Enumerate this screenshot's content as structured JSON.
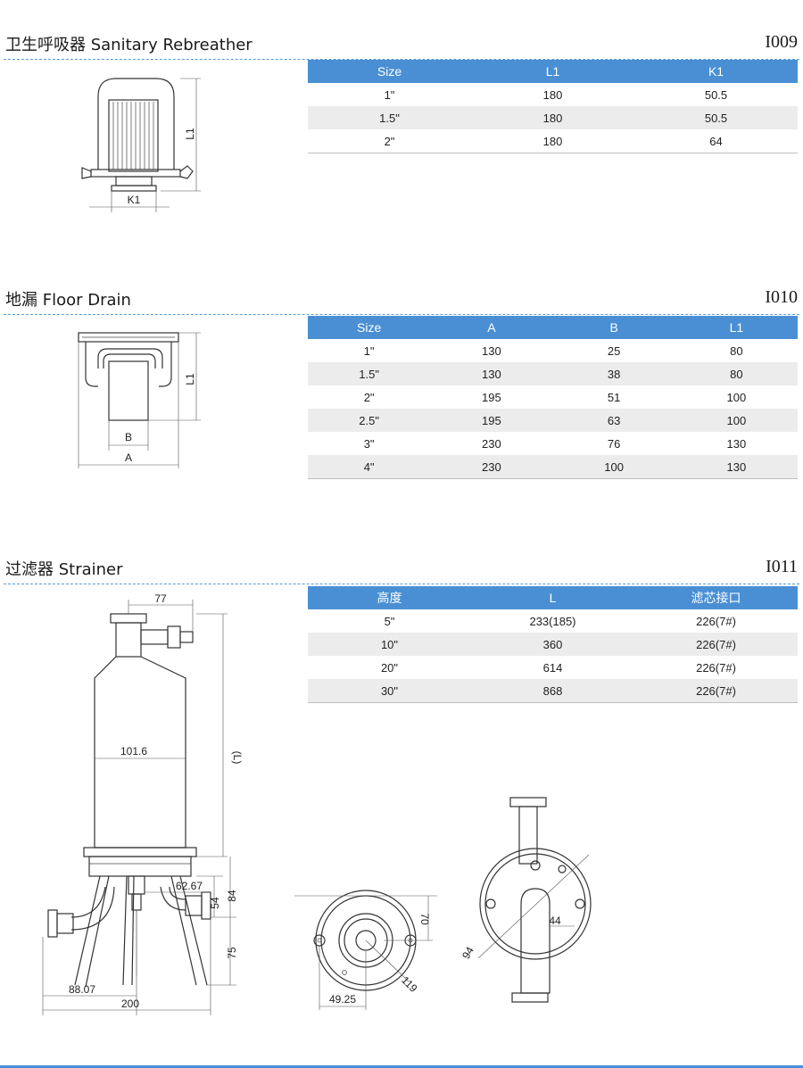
{
  "sections": [
    {
      "title": "卫生呼吸器  Sanitary Rebreather",
      "code": "I009",
      "headers": [
        "Size",
        "L1",
        "K1"
      ],
      "rows": [
        [
          "1\"",
          "180",
          "50.5"
        ],
        [
          "1.5\"",
          "180",
          "50.5"
        ],
        [
          "2\"",
          "180",
          "64"
        ]
      ],
      "labels": {
        "l1": "L1",
        "k1": "K1"
      }
    },
    {
      "title": "地漏  Floor Drain",
      "code": "I010",
      "headers": [
        "Size",
        "A",
        "B",
        "L1"
      ],
      "rows": [
        [
          "1\"",
          "130",
          "25",
          "80"
        ],
        [
          "1.5\"",
          "130",
          "38",
          "80"
        ],
        [
          "2\"",
          "195",
          "51",
          "100"
        ],
        [
          "2.5\"",
          "195",
          "63",
          "100"
        ],
        [
          "3\"",
          "230",
          "76",
          "130"
        ],
        [
          "4\"",
          "230",
          "100",
          "130"
        ]
      ],
      "labels": {
        "l1": "L1",
        "a": "A",
        "b": "B"
      }
    },
    {
      "title": "过滤器  Strainer",
      "code": "I011",
      "headers": [
        "高度",
        "L",
        "滤芯接口"
      ],
      "rows": [
        [
          "5\"",
          "233(185)",
          "226(7#)"
        ],
        [
          "10\"",
          "360",
          "226(7#)"
        ],
        [
          "20\"",
          "614",
          "226(7#)"
        ],
        [
          "30\"",
          "868",
          "226(7#)"
        ]
      ],
      "labels": {
        "d77": "77",
        "d1016": "101.6",
        "dL": "(L)",
        "d6267": "62.67",
        "d54": "54",
        "d84": "84",
        "d75": "75",
        "d8807": "88.07",
        "d200": "200",
        "d70": "70",
        "d119": "119",
        "d4925": "49.25",
        "d44": "44",
        "d94": "94"
      }
    }
  ]
}
